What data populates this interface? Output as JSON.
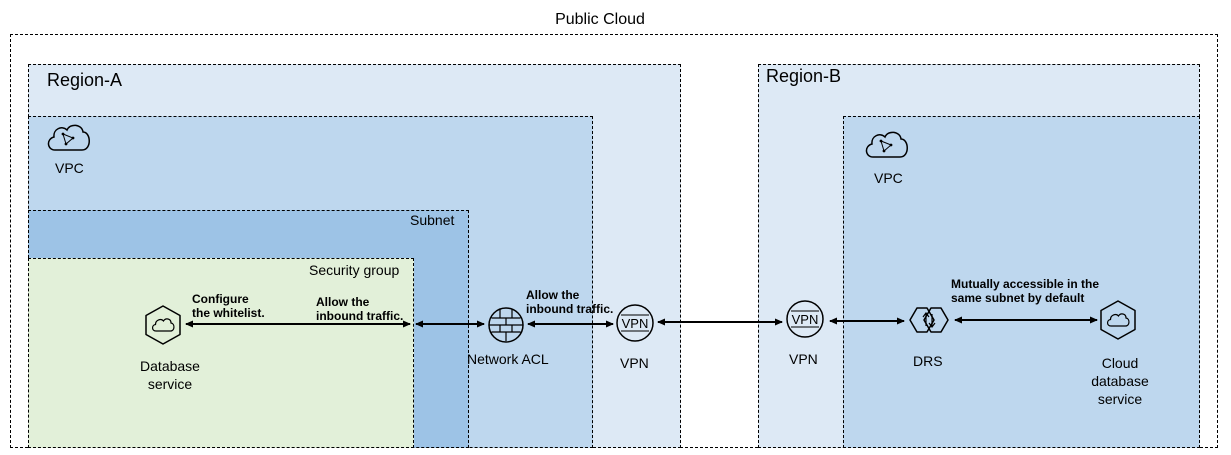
{
  "public_cloud": {
    "title": "Public Cloud"
  },
  "region_a": {
    "title": "Region-A",
    "vpc_label": "VPC",
    "subnet_label": "Subnet",
    "security_group_label": "Security group",
    "database_service": {
      "line1": "Database",
      "line2": "service"
    },
    "note_whitelist": {
      "line1": "Configure",
      "line2": "the whitelist."
    },
    "note_inbound_sg": {
      "line1": "Allow the",
      "line2": "inbound traffic."
    },
    "network_acl_label": "Network ACL",
    "note_inbound_acl": {
      "line1": "Allow the",
      "line2": "inbound traffic."
    },
    "vpn_label": "VPN"
  },
  "region_b": {
    "title": "Region-B",
    "vpc_label": "VPC",
    "vpn_label": "VPN",
    "drs_label": "DRS",
    "note_same_subnet": {
      "line1": "Mutually accessible in the",
      "line2": "same subnet by default"
    },
    "cloud_db": {
      "line1": "Cloud",
      "line2": "database",
      "line3": "service"
    }
  },
  "colors": {
    "region_fill": "#dde9f5",
    "vpc_fill": "#bed7ee",
    "subnet_fill": "#9dc3e6",
    "security_group_fill": "#e2f0d9",
    "stroke": "#000000"
  },
  "icons": {
    "vpc": "cloud-icon",
    "database": "hexagon-cloud-icon",
    "network_acl": "firewall-globe-icon",
    "vpn": "vpn-icon",
    "drs": "drs-hexagon-icon",
    "cloud_db": "hexagon-cloud-icon"
  }
}
